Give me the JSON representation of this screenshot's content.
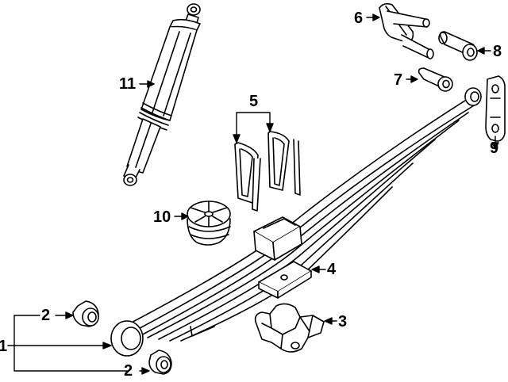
{
  "callouts": {
    "c1": "1",
    "c2a": "2",
    "c2b": "2",
    "c3": "3",
    "c4": "4",
    "c5": "5",
    "c6": "6",
    "c7": "7",
    "c8": "8",
    "c9": "9",
    "c10": "10",
    "c11": "11"
  },
  "colors": {
    "line": "#000000",
    "fill": "#ffffff"
  }
}
